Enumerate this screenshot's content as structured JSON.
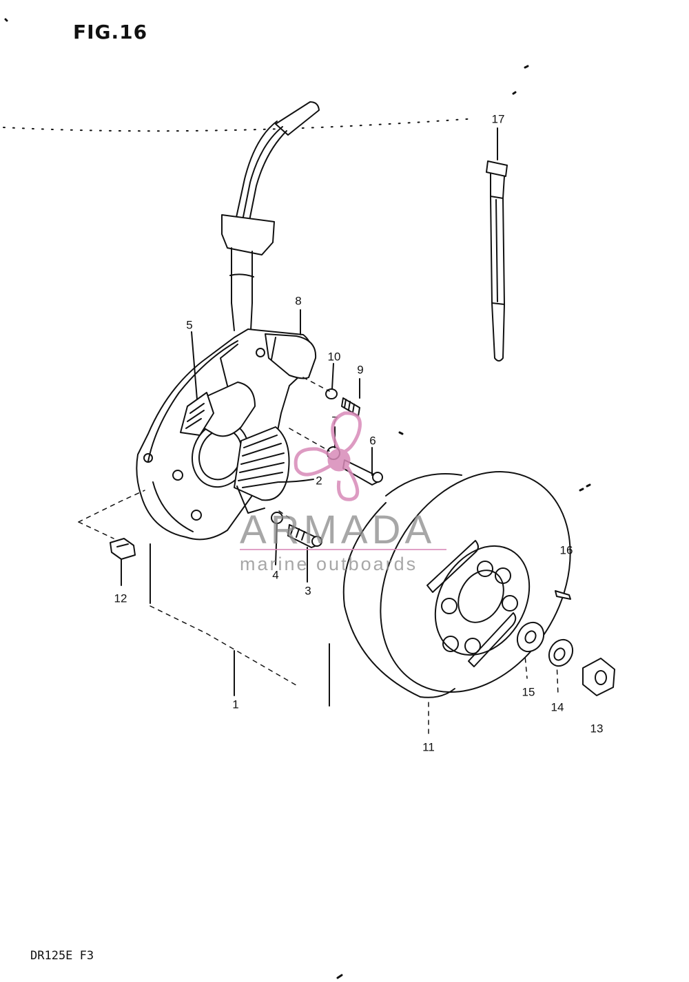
{
  "figure": {
    "title": "FIG.16",
    "footer_code": "DR125E F3"
  },
  "callouts": [
    {
      "id": "1",
      "label": "1"
    },
    {
      "id": "2",
      "label": "2"
    },
    {
      "id": "3",
      "label": "3"
    },
    {
      "id": "4",
      "label": "4"
    },
    {
      "id": "5",
      "label": "5"
    },
    {
      "id": "6",
      "label": "6"
    },
    {
      "id": "7",
      "label": "7"
    },
    {
      "id": "8",
      "label": "8"
    },
    {
      "id": "9",
      "label": "9"
    },
    {
      "id": "10",
      "label": "10"
    },
    {
      "id": "11",
      "label": "11"
    },
    {
      "id": "12",
      "label": "12"
    },
    {
      "id": "13",
      "label": "13"
    },
    {
      "id": "14",
      "label": "14"
    },
    {
      "id": "15",
      "label": "15"
    },
    {
      "id": "16",
      "label": "16"
    },
    {
      "id": "17",
      "label": "17"
    }
  ],
  "watermark": {
    "word": "ARMADA",
    "sub": "marine outboards",
    "accent_color": "#d88ab8"
  }
}
